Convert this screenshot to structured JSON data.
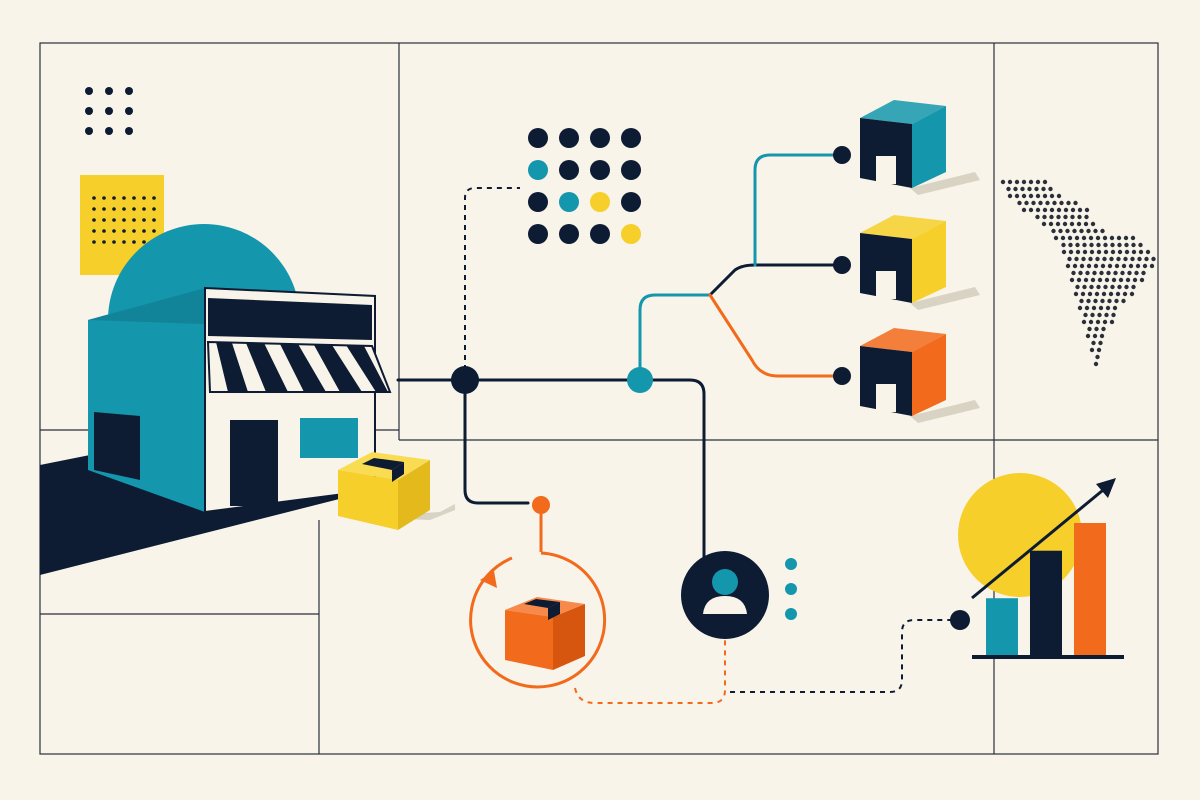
{
  "palette": {
    "background": "#f8f4ea",
    "navy": "#0d1b33",
    "teal": "#1496ac",
    "yellow": "#f6cf2a",
    "orange": "#f26a1b",
    "shadow": "#d9d3c4",
    "frame": "#2a2f3a"
  },
  "illustration": {
    "subject": "storefront-to-warehouses-logistics-network",
    "icons": [
      "storefront-icon",
      "package-icon",
      "warehouse-icon",
      "customer-icon",
      "returns-cycle-icon",
      "bar-chart-icon",
      "trend-arrow-icon",
      "latin-america-map-icon",
      "dot-grid-icon"
    ],
    "warehouses": [
      {
        "color": "teal"
      },
      {
        "color": "yellow"
      },
      {
        "color": "orange"
      }
    ],
    "chart": {
      "bars": [
        {
          "color": "teal",
          "relative_height": 0.43
        },
        {
          "color": "navy",
          "relative_height": 0.79
        },
        {
          "color": "orange",
          "relative_height": 1.0
        }
      ],
      "trend": "up"
    }
  }
}
